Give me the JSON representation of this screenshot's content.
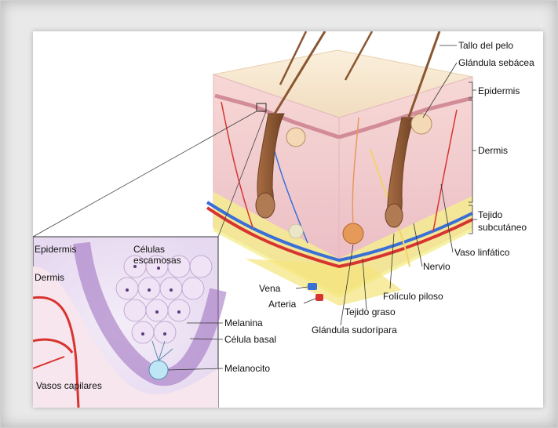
{
  "labels": {
    "hair_shaft": "Tallo del pelo",
    "sebaceous_gland": "Glándula sebácea",
    "epidermis": "Epidermis",
    "dermis": "Dermis",
    "subcutaneous_1": "Tejido",
    "subcutaneous_2": "subcutáneo",
    "lymph_vessel": "Vaso linfático",
    "nerve": "Nervio",
    "hair_follicle": "Folículo piloso",
    "fat_tissue": "Tejido graso",
    "sweat_gland": "Glándula sudorípara",
    "vein": "Vena",
    "artery": "Arteria",
    "melanin": "Melanina",
    "basal_cell": "Célula basal",
    "melanocyte": "Melanocito",
    "inset_epidermis": "Epidermis",
    "inset_dermis": "Dermis",
    "squamous_1": "Células",
    "squamous_2": "escamosas",
    "capillaries": "Vasos capilares"
  },
  "colors": {
    "skin_top": "#f6e3c8",
    "skin_side": "#f0c6c9",
    "dermis_line": "#c97b88",
    "fat": "#f5ef8c",
    "vein": "#3a6fd6",
    "artery": "#d8342f",
    "hair": "#8a5632",
    "inset_cells": "#c8b3d9",
    "melanocyte": "#bfe6f5"
  }
}
